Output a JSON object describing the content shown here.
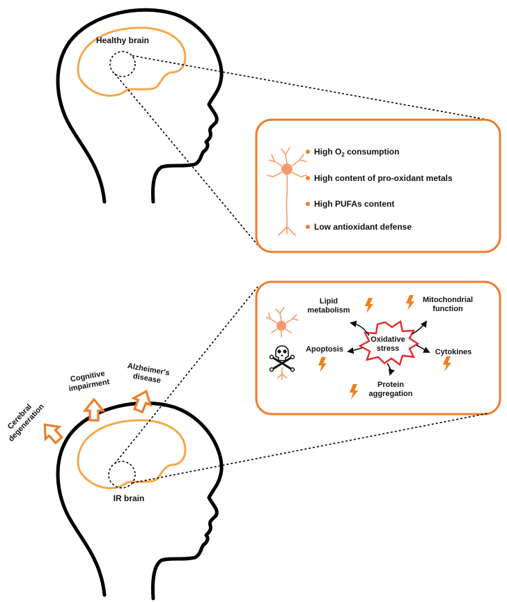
{
  "top": {
    "brain_label": "Healthy brain",
    "factors": [
      {
        "pre": "High O",
        "sub": "2",
        "post": " consumption"
      },
      {
        "pre": "High content of pro-oxidant metals",
        "sub": "",
        "post": ""
      },
      {
        "pre": "High PUFAs content",
        "sub": "",
        "post": ""
      },
      {
        "pre": "Low antioxidant defense",
        "sub": "",
        "post": ""
      }
    ]
  },
  "bottom": {
    "brain_label": "IR brain",
    "center_line1": "Oxidative",
    "center_line2": "stress",
    "lipid_line1": "Lipid",
    "lipid_line2": "metabolism",
    "mito_line1": "Mitochondrial",
    "mito_line2": "function",
    "apoptosis": "Apoptosis",
    "cytokines": "Cytokines",
    "protein_line1": "Protein",
    "protein_line2": "aggregation",
    "outcomes": [
      {
        "line1": "Cerebral",
        "line2": "degeneration"
      },
      {
        "line1": "Cognitive",
        "line2": "impairment"
      },
      {
        "line1": "Alzheimer's",
        "line2": "disease"
      }
    ]
  },
  "colors": {
    "orange": "#ee7d2a",
    "brain": "#f4a84a",
    "neuron": "#f39a6e",
    "star": "#e02a2a",
    "bolt": "#f07e1a",
    "ink": "#000000"
  },
  "icons": [
    "neuron-icon",
    "skull-crossbones-icon",
    "lightning-icon",
    "up-arrow-icon"
  ]
}
